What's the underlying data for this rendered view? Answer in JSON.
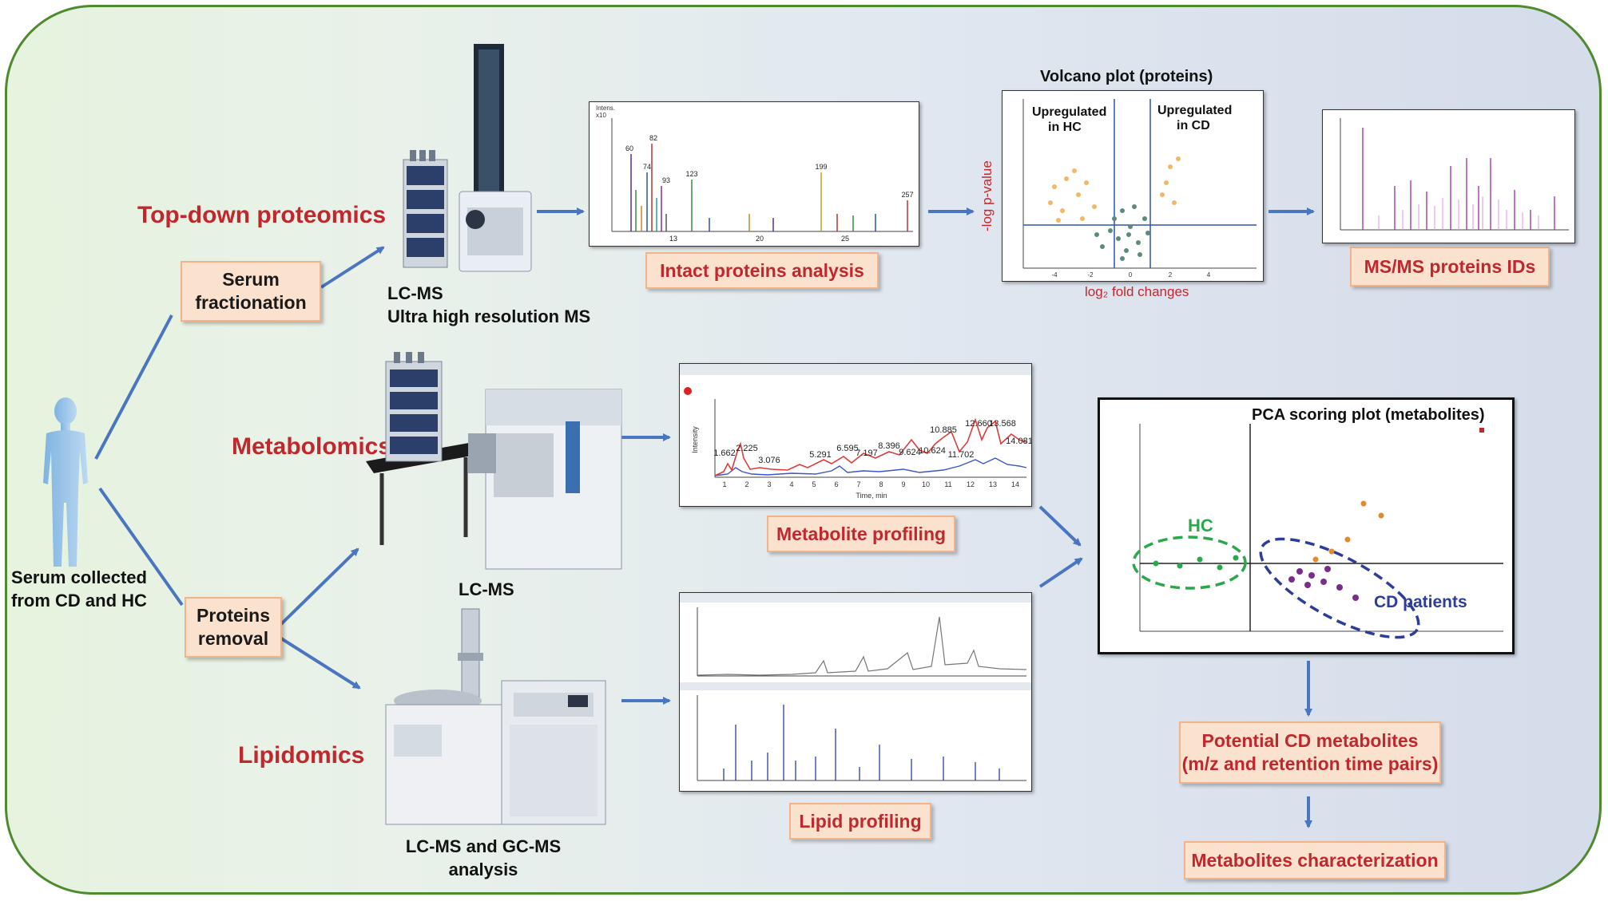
{
  "source": "Serum collected\nfrom CD and HC",
  "sections": {
    "topdown": "Top-down proteomics",
    "metabolomics": "Metabolomics",
    "lipidomics": "Lipidomics"
  },
  "boxes": {
    "serum_fractionation": "Serum\nfractionation",
    "proteins_removal": "Proteins\nremoval",
    "intact_proteins": "Intact proteins analysis",
    "msms_ids": "MS/MS proteins IDs",
    "metabolite_profiling": "Metabolite profiling",
    "lipid_profiling": "Lipid profiling",
    "potential_metabolites": "Potential CD metabolites\n(m/z and retention time pairs)",
    "metabolites_characterization": "Metabolites characterization"
  },
  "instruments": {
    "lcms_uhr": "LC-MS\nUltra high resolution MS",
    "lcms": "LC-MS",
    "lcms_gcms": "LC-MS and GC-MS\nanalysis"
  },
  "volcano": {
    "title": "Volcano plot (proteins)",
    "upreg_hc": "Upregulated\nin HC",
    "upreg_cd": "Upregulated\nin CD",
    "ylabel": "-log p-value",
    "xlabel": "log₂ fold changes",
    "xticks": [
      "-4",
      "-2",
      "0",
      "2",
      "4"
    ]
  },
  "pca": {
    "title": "PCA scoring plot (metabolites)",
    "hc": "HC",
    "cd": "CD patients"
  },
  "spectrum1": {
    "peak_labels": [
      "60",
      "82",
      "74",
      "93",
      "123",
      "199",
      "257"
    ],
    "xticks": [
      "13",
      "20",
      "25"
    ]
  },
  "chromatogram": {
    "peak_labels": [
      "1.662",
      "2.225",
      "3.076",
      "5.291",
      "6.595",
      "7.197",
      "8.396",
      "9.624",
      "10.624",
      "10.885",
      "11.702",
      "12.660",
      "13.568",
      "14.081"
    ],
    "xticks": [
      "1",
      "2",
      "3",
      "4",
      "5",
      "6",
      "7",
      "8",
      "9",
      "10",
      "11",
      "12",
      "13",
      "14"
    ],
    "xlabel": "Time, min",
    "ylabel": "Intensity"
  },
  "colors": {
    "frame": "#4e8a2e",
    "section_text": "#c0282d",
    "box_fill": "#fbe2cf",
    "arrow": "#4a76c0",
    "hc_green": "#2aa84a",
    "cd_blue": "#2c3d9a"
  }
}
